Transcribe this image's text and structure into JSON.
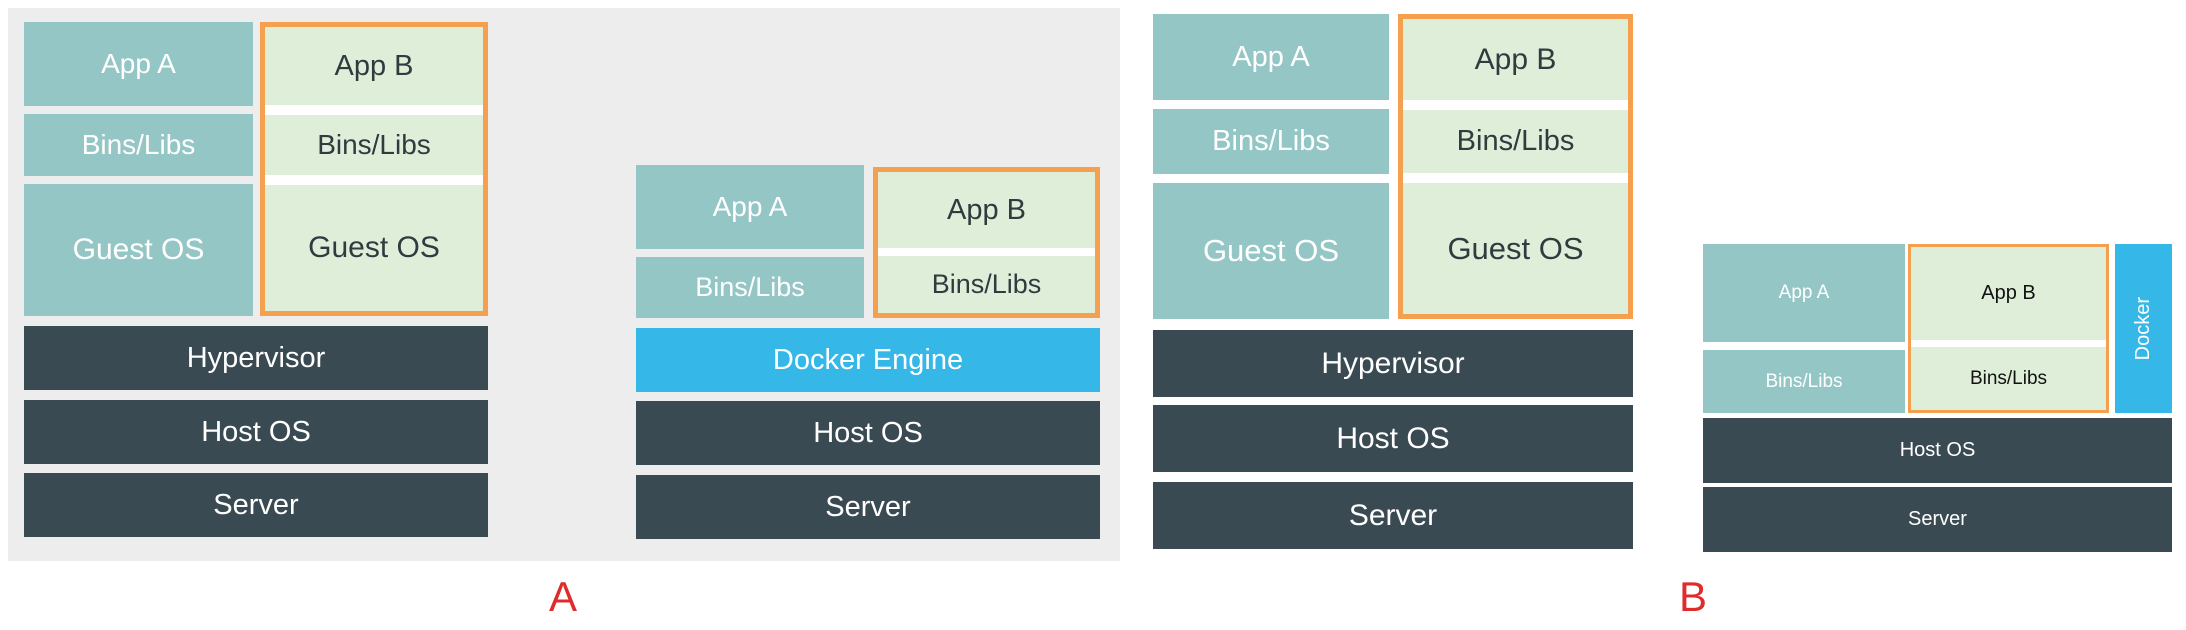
{
  "figure_a": {
    "vm": {
      "app_a": "App A",
      "bins_a": "Bins/Libs",
      "guest_a": "Guest OS",
      "app_b": "App B",
      "bins_b": "Bins/Libs",
      "guest_b": "Guest OS",
      "hypervisor": "Hypervisor",
      "host_os": "Host OS",
      "server": "Server"
    },
    "container": {
      "app_a": "App A",
      "bins_a": "Bins/Libs",
      "app_b": "App B",
      "bins_b": "Bins/Libs",
      "engine": "Docker Engine",
      "host_os": "Host OS",
      "server": "Server"
    },
    "label": "A"
  },
  "figure_b": {
    "vm": {
      "app_a": "App A",
      "bins_a": "Bins/Libs",
      "guest_a": "Guest OS",
      "app_b": "App B",
      "bins_b": "Bins/Libs",
      "guest_b": "Guest OS",
      "hypervisor": "Hypervisor",
      "host_os": "Host OS",
      "server": "Server"
    },
    "container": {
      "app_a": "App A",
      "bins_a": "Bins/Libs",
      "app_b": "App B",
      "bins_b": "Bins/Libs",
      "docker": "Docker",
      "host_os": "Host OS",
      "server": "Server"
    },
    "label": "B"
  },
  "colors": {
    "app_block": "#95c6c6",
    "highlight_block": "#dfeed8",
    "highlight_border": "#f5a04f",
    "infra_block": "#3a4a52",
    "docker_block": "#35b8e8",
    "caption": "#e02b2b"
  }
}
